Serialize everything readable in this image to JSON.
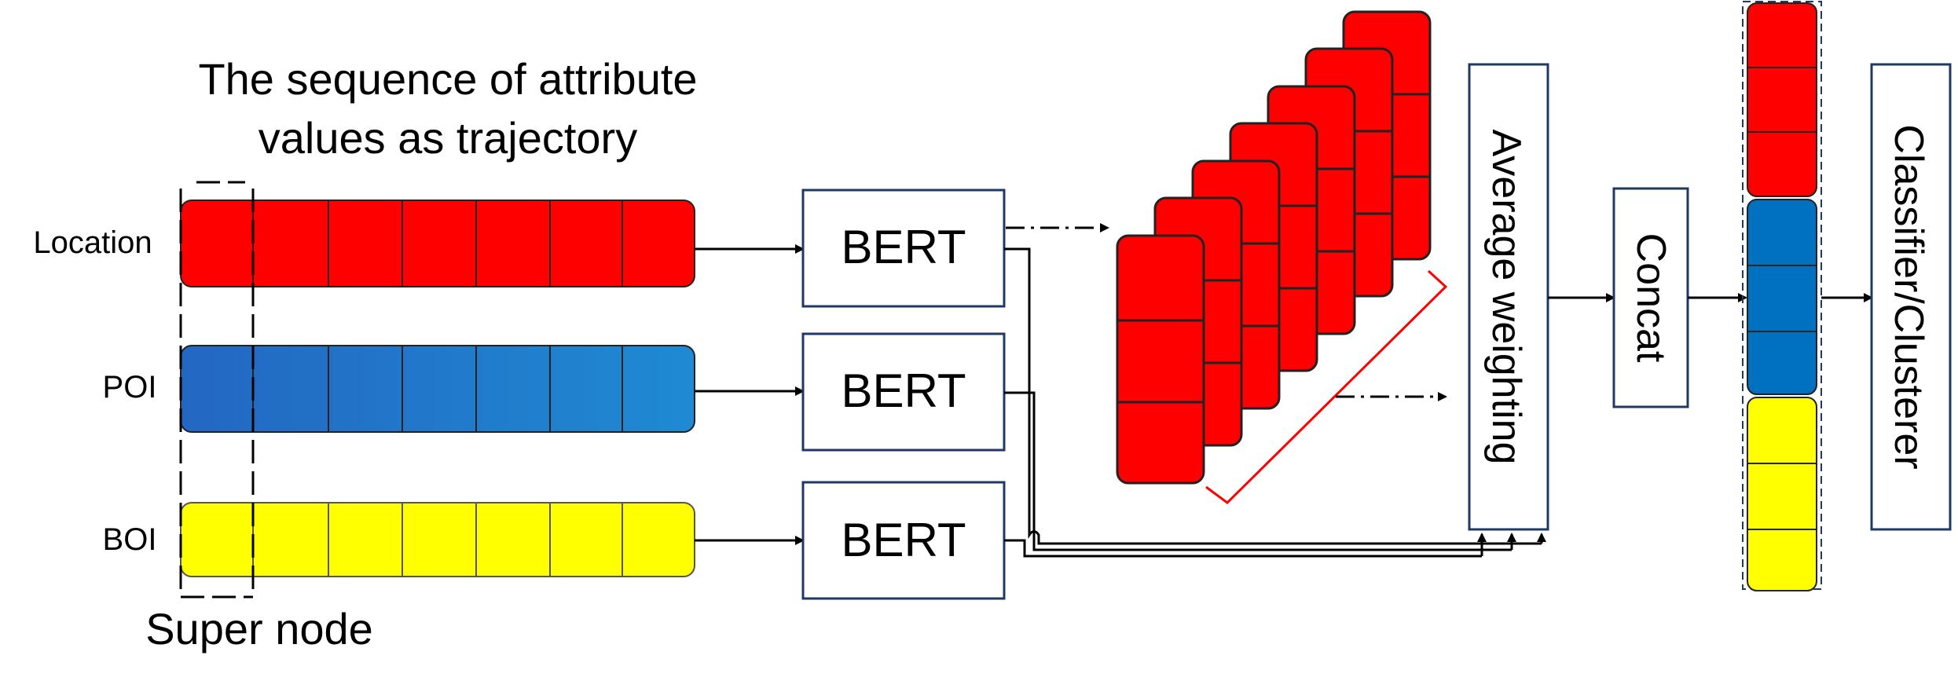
{
  "title_line1": "The sequence of attribute",
  "title_line2": "values as trajectory",
  "rows": [
    {
      "label": "Location",
      "color": "#ff0000"
    },
    {
      "label": "POI",
      "color": "#1f78cc"
    },
    {
      "label": "BOI",
      "color": "#ffff00"
    }
  ],
  "super_node_label": "Super node",
  "bert_label": "BERT",
  "average_weighting_label": "Average weighting",
  "concat_label": "Concat",
  "classifier_label": "Classifier/Clusterer",
  "colors": {
    "red": "#ff0000",
    "blue": "#0070c0",
    "yellow": "#ffff00",
    "box_border": "#1f3864"
  }
}
